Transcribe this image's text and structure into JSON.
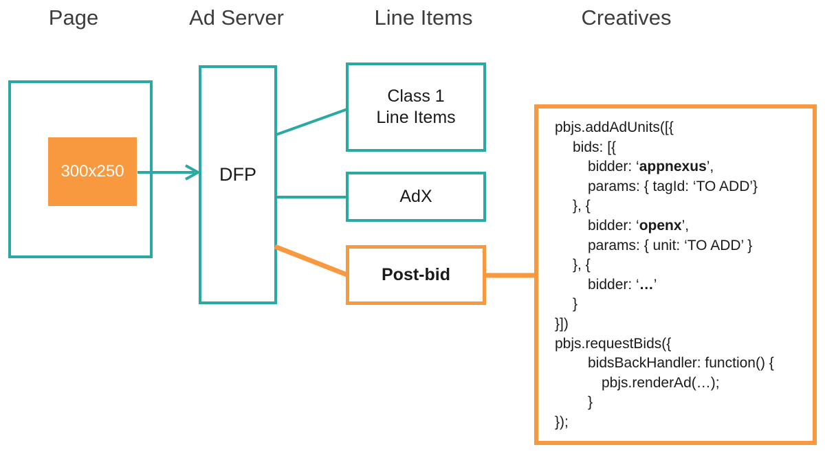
{
  "colors": {
    "teal": "#2aa8a2",
    "orange": "#f8993f",
    "heading": "#3d3d3d",
    "code": "#1a1a1a",
    "background": "#ffffff"
  },
  "column_headers": [
    {
      "id": "page",
      "label": "Page"
    },
    {
      "id": "ad-server",
      "label": "Ad Server"
    },
    {
      "id": "line-items",
      "label": "Line Items"
    },
    {
      "id": "creatives",
      "label": "Creatives"
    }
  ],
  "page_column": {
    "ad_slot_label": "300x250"
  },
  "ad_server_column": {
    "dfp_label": "DFP"
  },
  "line_items_column": {
    "class1_line1": "Class 1",
    "class1_line2": "Line Items",
    "adx_label": "AdX",
    "postbid_label": "Post-bid"
  },
  "creatives_column": {
    "code_lines": [
      {
        "indent": 0,
        "segments": [
          {
            "text": "pbjs.addAdUnits([{"
          }
        ]
      },
      {
        "indent": 1,
        "segments": [
          {
            "text": "bids: [{"
          }
        ]
      },
      {
        "indent": 2,
        "segments": [
          {
            "text": "bidder: ‘"
          },
          {
            "text": "appnexus",
            "bold": true
          },
          {
            "text": "’,"
          }
        ]
      },
      {
        "indent": 2,
        "segments": [
          {
            "text": "params: { tagId: ‘TO ADD’}"
          }
        ]
      },
      {
        "indent": 1,
        "segments": [
          {
            "text": "}, {"
          }
        ]
      },
      {
        "indent": 2,
        "segments": [
          {
            "text": "bidder: ‘"
          },
          {
            "text": "openx",
            "bold": true
          },
          {
            "text": "’,"
          }
        ]
      },
      {
        "indent": 2,
        "segments": [
          {
            "text": "params: { unit: ‘TO ADD’ }"
          }
        ]
      },
      {
        "indent": 1,
        "segments": [
          {
            "text": "}, {"
          }
        ]
      },
      {
        "indent": 2,
        "segments": [
          {
            "text": "bidder: ‘"
          },
          {
            "text": "…",
            "bold": true
          },
          {
            "text": "’"
          }
        ]
      },
      {
        "indent": 1,
        "segments": [
          {
            "text": "}"
          }
        ]
      },
      {
        "indent": 0,
        "segments": [
          {
            "text": "}])"
          }
        ]
      },
      {
        "indent": 0,
        "segments": [
          {
            "text": "pbjs.requestBids({"
          }
        ]
      },
      {
        "indent": 2,
        "segments": [
          {
            "text": "bidsBackHandler: function() {"
          }
        ]
      },
      {
        "indent": 3,
        "segments": [
          {
            "text": "pbjs.renderAd(…);"
          }
        ]
      },
      {
        "indent": 2,
        "segments": [
          {
            "text": "}"
          }
        ]
      },
      {
        "indent": 0,
        "segments": [
          {
            "text": "});"
          }
        ]
      }
    ]
  }
}
